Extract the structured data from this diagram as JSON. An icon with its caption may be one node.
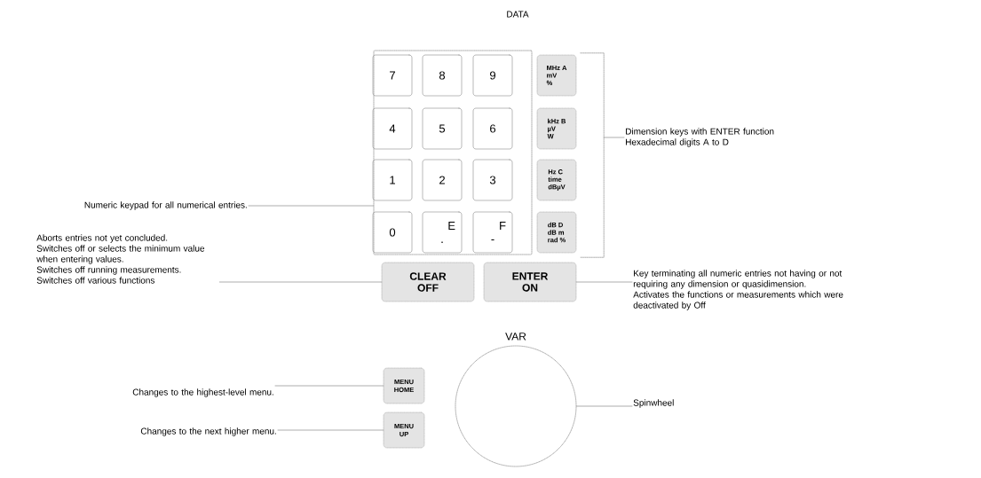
{
  "diagram": {
    "nodes": [
      {
        "text": [],
        "shape": "box"
      },
      {
        "text": [
          "7"
        ],
        "in": 0
      },
      {
        "text": [
          "8"
        ],
        "in": 0
      },
      {
        "text": [
          "9"
        ],
        "in": 0
      },
      {
        "text": [
          "4"
        ],
        "in": 0
      },
      {
        "text": [
          "5"
        ],
        "in": 0
      },
      {
        "text": [
          "6"
        ],
        "in": 0
      },
      {
        "text": [
          "1"
        ],
        "in": 0
      },
      {
        "text": [
          "2"
        ],
        "in": 0
      },
      {
        "text": [
          "3"
        ],
        "in": 0
      },
      {
        "text": [
          "0"
        ],
        "in": 0
      },
      {
        "text": [
          "E",
          "."
        ],
        "in": 0
      },
      {
        "text": [
          "F",
          "-"
        ],
        "in": 0
      },
      {
        "text": [
          "MHz A",
          "mV",
          "%"
        ]
      },
      {
        "text": [
          "kHz B",
          "µV",
          "W"
        ]
      },
      {
        "text": [
          "Hz C",
          "time",
          "dBµV"
        ]
      },
      {
        "text": [
          "dB D",
          "dB m",
          "rad %"
        ]
      },
      {
        "text": [
          "Dimension keys with ENTER function",
          "Hexadecimal digits A to D"
        ]
      },
      {
        "text": [
          "Numeric keypad for all numerical entries."
        ]
      },
      {
        "text": [
          "Aborts entries not yet concluded.",
          "Switches off or selects the minimum value when entering values.",
          "Switches off running measurements.",
          "Switches off various functions"
        ]
      },
      {
        "text": [
          "CLEAR",
          "OFF"
        ]
      },
      {
        "text": [
          "ENTER",
          "ON"
        ]
      },
      {
        "text": [
          "Key terminating all numeric entries not having or not requiring any dimension or quasidimension.",
          "Activates the functions or measurements which were deactivated by Off"
        ]
      },
      {
        "text": [
          "VAR"
        ]
      },
      {
        "text": [
          "Changes to the highest-level menu."
        ]
      },
      {
        "text": [
          "MENU",
          "HOME"
        ]
      },
      {
        "text": [
          "Changes to the next higher menu."
        ]
      },
      {
        "text": [
          "MENU",
          "UP"
        ]
      },
      {
        "text": [
          "Spinwheel"
        ]
      },
      {
        "text": [],
        "shape": "bracket"
      }
    ],
    "edges": [
      {
        "from": 17,
        "to": 29,
        "arrow": "none"
      },
      {
        "from": 18,
        "to": 0,
        "arrow": "none"
      },
      {
        "from": 19,
        "to": 20,
        "arrow": "none"
      },
      {
        "from": 22,
        "to": 21,
        "arrow": "none"
      },
      {
        "from": 24,
        "to": 25,
        "arrow": "none"
      },
      {
        "from": 26,
        "to": 27,
        "arrow": "none"
      },
      {
        "from": 28,
        "to": 23,
        "arrow": "none"
      }
    ],
    "labels": [
      "DATA"
    ]
  }
}
